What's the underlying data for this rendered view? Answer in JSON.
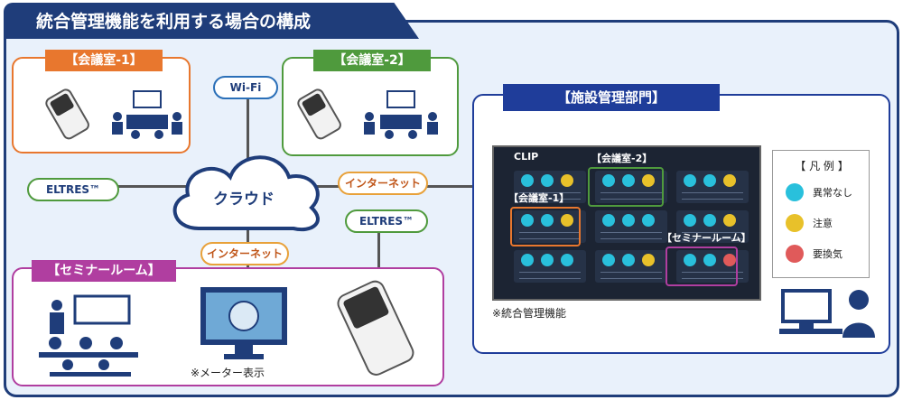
{
  "title": "統合管理機能を利用する場合の構成",
  "rooms": {
    "meeting1": "【会議室-1】",
    "meeting2": "【会議室-2】",
    "seminar": "【セミナールーム】",
    "facility": "【施設管理部門】"
  },
  "network": {
    "cloud": "クラウド",
    "wifi": "Wi-Fi",
    "eltres_left": "ELTRES™",
    "eltres_right": "ELTRES™",
    "internet_right": "インターネット",
    "internet_bottom": "インターネット"
  },
  "dashboard": {
    "logo": "CLIP",
    "tag_meeting1": "【会議室-1】",
    "tag_meeting2": "【会議室-2】",
    "tag_seminar": "【セミナールーム】",
    "caption": "※統合管理機能"
  },
  "legend": {
    "title": "【 凡 例 】",
    "items": [
      {
        "label": "異常なし",
        "color": "#29c0dc"
      },
      {
        "label": "注意",
        "color": "#e8c12a"
      },
      {
        "label": "要換気",
        "color": "#e05a5a"
      }
    ]
  },
  "meter_caption": "※メーター表示",
  "colors": {
    "navy": "#1f3d7a",
    "orange": "#e8772e",
    "green": "#4f9a3d",
    "magenta": "#b03ea0",
    "blue": "#1f3d9a"
  }
}
